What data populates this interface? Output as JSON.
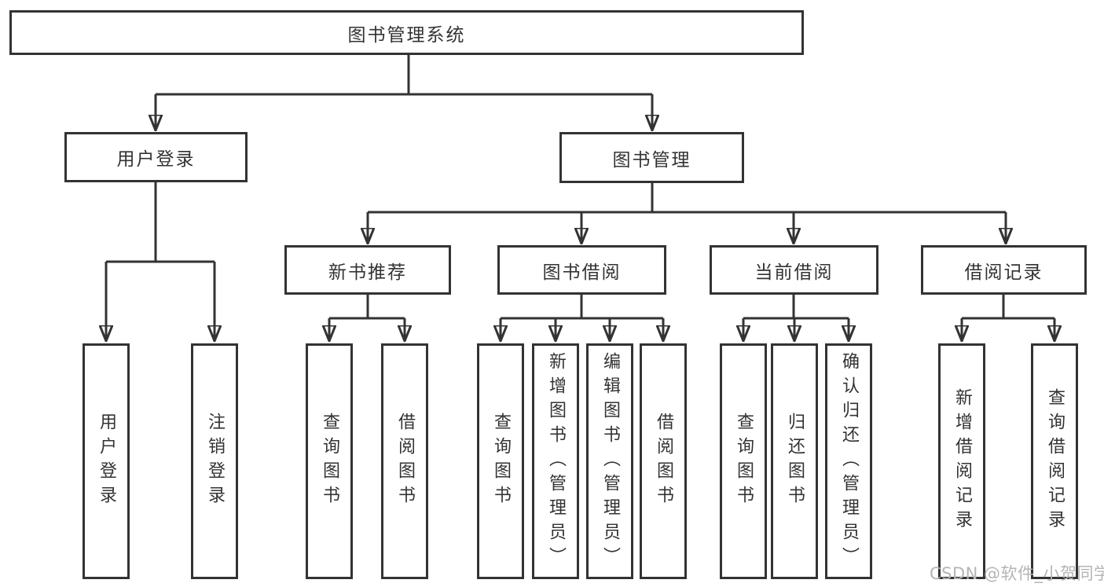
{
  "diagram": {
    "title": "图书管理系统",
    "type": "hierarchy-tree",
    "structure": {
      "图书管理系统": {
        "用户登录": [
          "用户登录",
          "注销登录"
        ],
        "图书管理": {
          "新书推荐": [
            "查询图书",
            "借阅图书"
          ],
          "图书借阅": [
            "查询图书",
            "新增图书（管理员）",
            "编辑图书（管理员）",
            "借阅图书"
          ],
          "当前借阅": [
            "查询图书",
            "归还图书",
            "确认归还（管理员）"
          ],
          "借阅记录": [
            "新增借阅记录",
            "查询借阅记录"
          ]
        }
      }
    }
  },
  "nodes": {
    "root": {
      "label": "图书管理系统"
    },
    "l2_user_login": {
      "label": "用户登录"
    },
    "l2_book_mgmt": {
      "label": "图书管理"
    },
    "l3_new_book_rec": {
      "label": "新书推荐"
    },
    "l3_book_borrow": {
      "label": "图书借阅"
    },
    "l3_current_borrow": {
      "label": "当前借阅"
    },
    "l3_borrow_record": {
      "label": "借阅记录"
    },
    "leaf_user_login": {
      "label": "用户登录"
    },
    "leaf_logout": {
      "label": "注销登录"
    },
    "leaf_nb_query": {
      "label": "查询图书"
    },
    "leaf_nb_borrow": {
      "label": "借阅图书"
    },
    "leaf_bb_query": {
      "label": "查询图书"
    },
    "leaf_bb_add": {
      "label": "新增图书（管理员）"
    },
    "leaf_bb_edit": {
      "label": "编辑图书（管理员）"
    },
    "leaf_bb_borrow": {
      "label": "借阅图书"
    },
    "leaf_cb_query": {
      "label": "查询图书"
    },
    "leaf_cb_return": {
      "label": "归还图书"
    },
    "leaf_cb_confirm": {
      "label": "确认归还（管理员）"
    },
    "leaf_br_add": {
      "label": "新增借阅记录"
    },
    "leaf_br_query": {
      "label": "查询借阅记录"
    }
  },
  "watermark": {
    "text": "CSDN @软件_小贺同学"
  },
  "colors": {
    "line": "#333333",
    "text": "#333333",
    "box_background": "#ffffff",
    "page_background": "#ffffff",
    "watermark": "#b5b5b5"
  }
}
